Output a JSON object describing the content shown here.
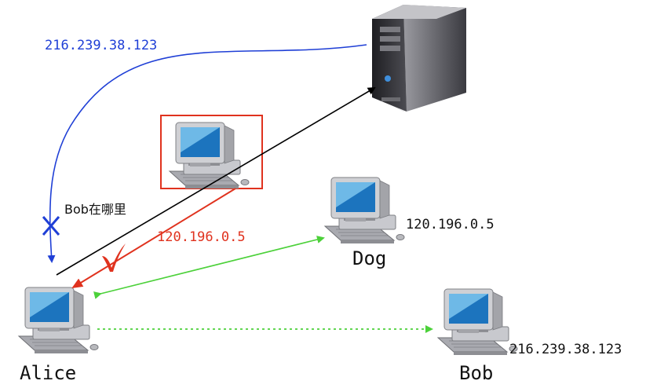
{
  "nodes": {
    "alice": {
      "label": "Alice"
    },
    "dog": {
      "label": "Dog",
      "ip": "120.196.0.5"
    },
    "bob": {
      "label": "Bob",
      "ip": "216.239.38.123"
    }
  },
  "annotations": {
    "server_reply_ip": "216.239.38.123",
    "query_text": "Bob在哪里",
    "spoofed_reply_ip": "120.196.0.5"
  },
  "colors": {
    "server_reply": "#1f3fd6",
    "spoofed_reply": "#e0321e",
    "dog_link": "#4cd13a",
    "bob_link": "#4cd13a",
    "query_arrow": "#000000",
    "highlight_box": "#e0321e"
  },
  "icons": {
    "server": "tower-server-icon",
    "computer": "desktop-computer-icon",
    "block_mark": "x-mark-icon",
    "accept_mark": "check-mark-icon"
  }
}
